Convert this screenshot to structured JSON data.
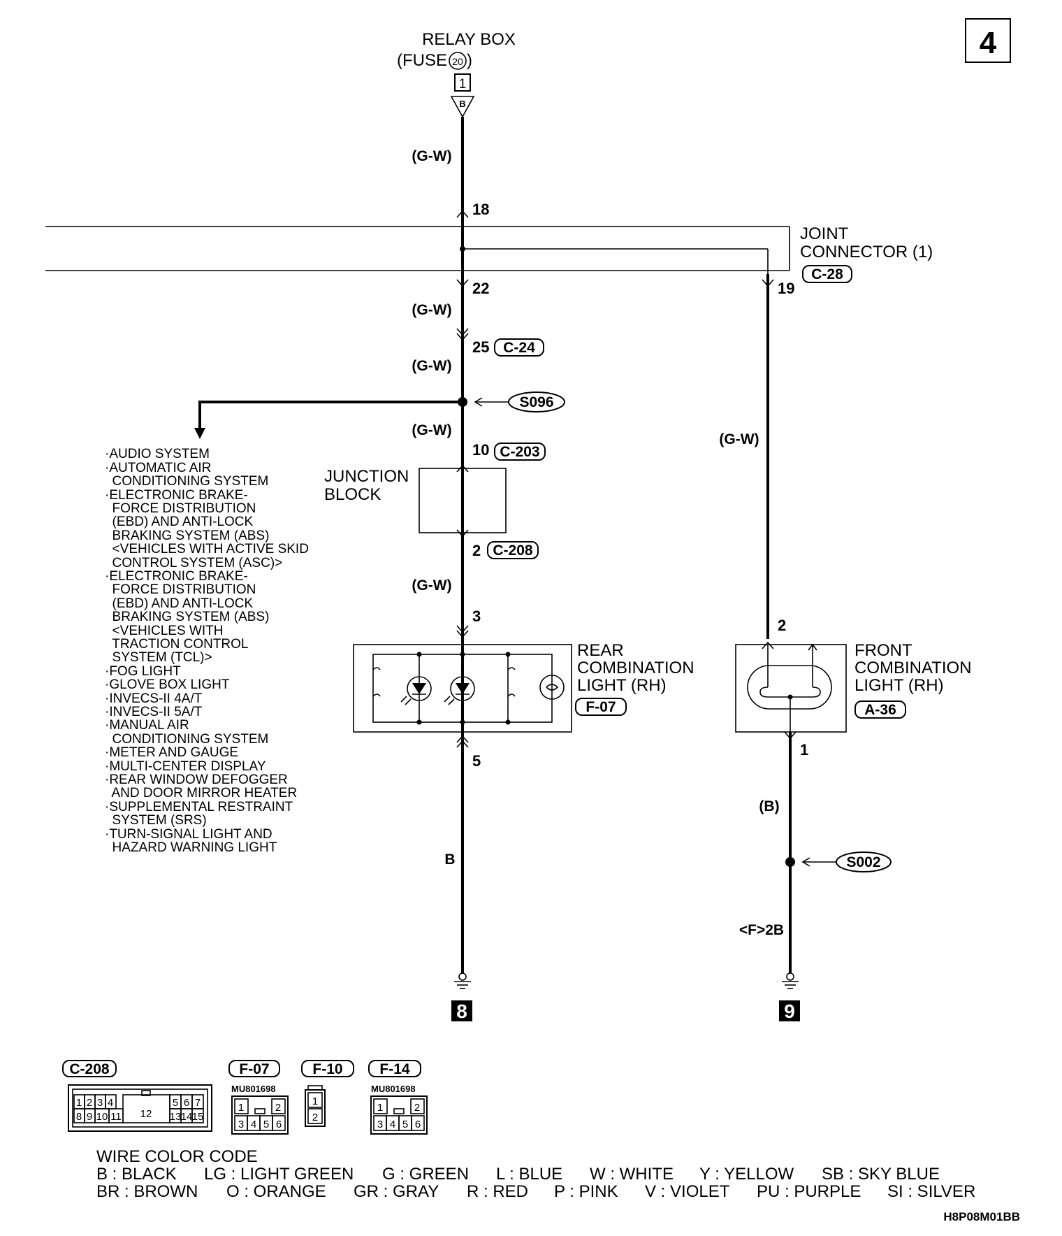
{
  "page_number": "4",
  "relay_box": {
    "title": "RELAY BOX",
    "fuse_prefix": "(FUSE",
    "fuse_number": "20",
    "fuse_suffix": ")",
    "pin": "1",
    "terminal_letter": "B"
  },
  "wire_labels": {
    "gw_1": "(G-W)",
    "gw_2": "(G-W)",
    "gw_3": "(G-W)",
    "gw_4": "(G-W)",
    "gw_5": "(G-W)",
    "gw_right": "(G-W)",
    "b_left": "B",
    "b_right": "(B)",
    "f2b": "<F>2B"
  },
  "joint_connector": {
    "line1": "JOINT",
    "line2": "CONNECTOR (1)",
    "code": "C-28",
    "pin_in": "18",
    "pin_out_left": "22",
    "pin_out_right": "19"
  },
  "c24": {
    "pin": "25",
    "code": "C-24"
  },
  "splices": {
    "s096": "S096",
    "s002": "S002"
  },
  "c203": {
    "pin": "10",
    "code": "C-203"
  },
  "junction_block": {
    "line1": "JUNCTION",
    "line2": "BLOCK"
  },
  "c208": {
    "pin": "2",
    "code": "C-208"
  },
  "rear_light": {
    "line1": "REAR",
    "line2": "COMBINATION",
    "line3": "LIGHT (RH)",
    "code": "F-07",
    "pin_in": "3",
    "pin_out": "5"
  },
  "front_light": {
    "line1": "FRONT",
    "line2": "COMBINATION",
    "line3": "LIGHT (RH)",
    "code": "A-36",
    "pin_in": "2",
    "pin_out": "1"
  },
  "grounds": {
    "left": "8",
    "right": "9"
  },
  "systems_list": [
    "·AUDIO SYSTEM",
    "·AUTOMATIC AIR",
    "  CONDITIONING SYSTEM",
    "·ELECTRONIC BRAKE-",
    "  FORCE DISTRIBUTION",
    "  (EBD) AND ANTI-LOCK",
    "  BRAKING SYSTEM (ABS)",
    "  <VEHICLES WITH ACTIVE SKID",
    "  CONTROL SYSTEM (ASC)>",
    "·ELECTRONIC BRAKE-",
    "  FORCE DISTRIBUTION",
    "  (EBD) AND ANTI-LOCK",
    "  BRAKING SYSTEM (ABS)",
    "  <VEHICLES WITH",
    "  TRACTION CONTROL",
    "  SYSTEM (TCL)>",
    "·FOG LIGHT",
    "·GLOVE BOX LIGHT",
    "·INVECS-II 4A/T",
    "·INVECS-II 5A/T",
    "·MANUAL AIR",
    "  CONDITIONING SYSTEM",
    "·METER AND GAUGE",
    "·MULTI-CENTER DISPLAY",
    "·REAR WINDOW DEFOGGER",
    "  AND DOOR MIRROR HEATER",
    "·SUPPLEMENTAL RESTRAINT",
    "  SYSTEM (SRS)",
    "·TURN-SIGNAL LIGHT AND",
    "  HAZARD WARNING LIGHT"
  ],
  "connector_legend": {
    "c208": {
      "code": "C-208",
      "top_left": [
        "1",
        "2",
        "3",
        "4"
      ],
      "top_right": [
        "5",
        "6",
        "7"
      ],
      "bottom_left": [
        "8",
        "9",
        "10",
        "11"
      ],
      "middle": "12",
      "bottom_right": [
        "13",
        "14",
        "15"
      ]
    },
    "f07": {
      "code": "F-07",
      "part": "MU801698",
      "top": [
        "1",
        "2"
      ],
      "bottom": [
        "3",
        "4",
        "5",
        "6"
      ]
    },
    "f10": {
      "code": "F-10",
      "pins": [
        "1",
        "2"
      ]
    },
    "f14": {
      "code": "F-14",
      "part": "MU801698",
      "top": [
        "1",
        "2"
      ],
      "bottom": [
        "3",
        "4",
        "5",
        "6"
      ]
    }
  },
  "wire_color_code": {
    "title": "WIRE COLOR CODE",
    "row1": [
      "B : BLACK",
      "LG : LIGHT GREEN",
      "G : GREEN",
      "L : BLUE",
      "W : WHITE",
      "Y : YELLOW",
      "SB : SKY BLUE"
    ],
    "row2": [
      "BR : BROWN",
      "O : ORANGE",
      "GR : GRAY",
      "R : RED",
      "P : PINK",
      "V : VIOLET",
      "PU : PURPLE",
      "SI : SILVER"
    ]
  },
  "diagram_code": "H8P08M01BB"
}
